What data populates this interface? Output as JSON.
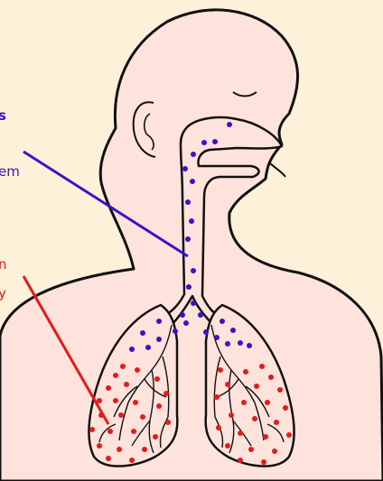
{
  "labels": {
    "upper_line1": "s",
    "upper_line2": "em",
    "lower_line1": "n",
    "lower_line2": "y"
  },
  "colors": {
    "background": "#fdf2d9",
    "skin": "#fde3dc",
    "outline": "#111111",
    "upper_tract": "#3f10c8",
    "lower_tract": "#e6191b"
  },
  "icons": {
    "figure": "human-head-torso-respiratory-system",
    "blue_dots": "air-particles-upper-tract",
    "red_dots": "alveoli-particles-lower-tract"
  }
}
